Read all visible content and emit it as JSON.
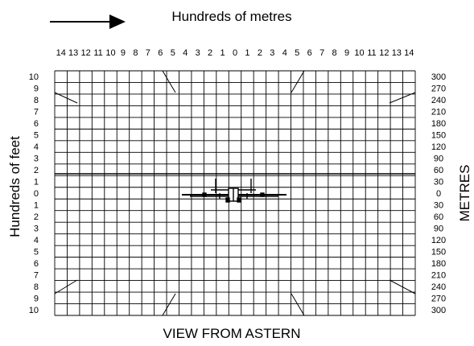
{
  "top_label": "Hundreds of metres",
  "left_label": "Hundreds of feet",
  "right_label": "METRES",
  "bottom_label": "VIEW FROM ASTERN",
  "top_ticks": [
    "14",
    "13",
    "12",
    "11",
    "10",
    "9",
    "8",
    "7",
    "6",
    "5",
    "4",
    "3",
    "2",
    "1",
    "0",
    "1",
    "2",
    "3",
    "4",
    "5",
    "6",
    "7",
    "8",
    "9",
    "10",
    "11",
    "12",
    "13",
    "14"
  ],
  "left_ticks": [
    "10",
    "9",
    "8",
    "7",
    "6",
    "5",
    "4",
    "3",
    "2",
    "1",
    "0",
    "1",
    "2",
    "3",
    "4",
    "5",
    "6",
    "7",
    "8",
    "9",
    "10"
  ],
  "right_ticks": [
    "300",
    "270",
    "240",
    "210",
    "180",
    "150",
    "120",
    "90",
    "60",
    "30",
    "0",
    "30",
    "60",
    "90",
    "120",
    "150",
    "180",
    "210",
    "240",
    "270",
    "300"
  ],
  "icons": {
    "arrow": "right-arrow-icon",
    "aircraft": "aircraft-rear-view-icon"
  },
  "colors": {
    "ink": "#000000",
    "background": "#ffffff"
  }
}
